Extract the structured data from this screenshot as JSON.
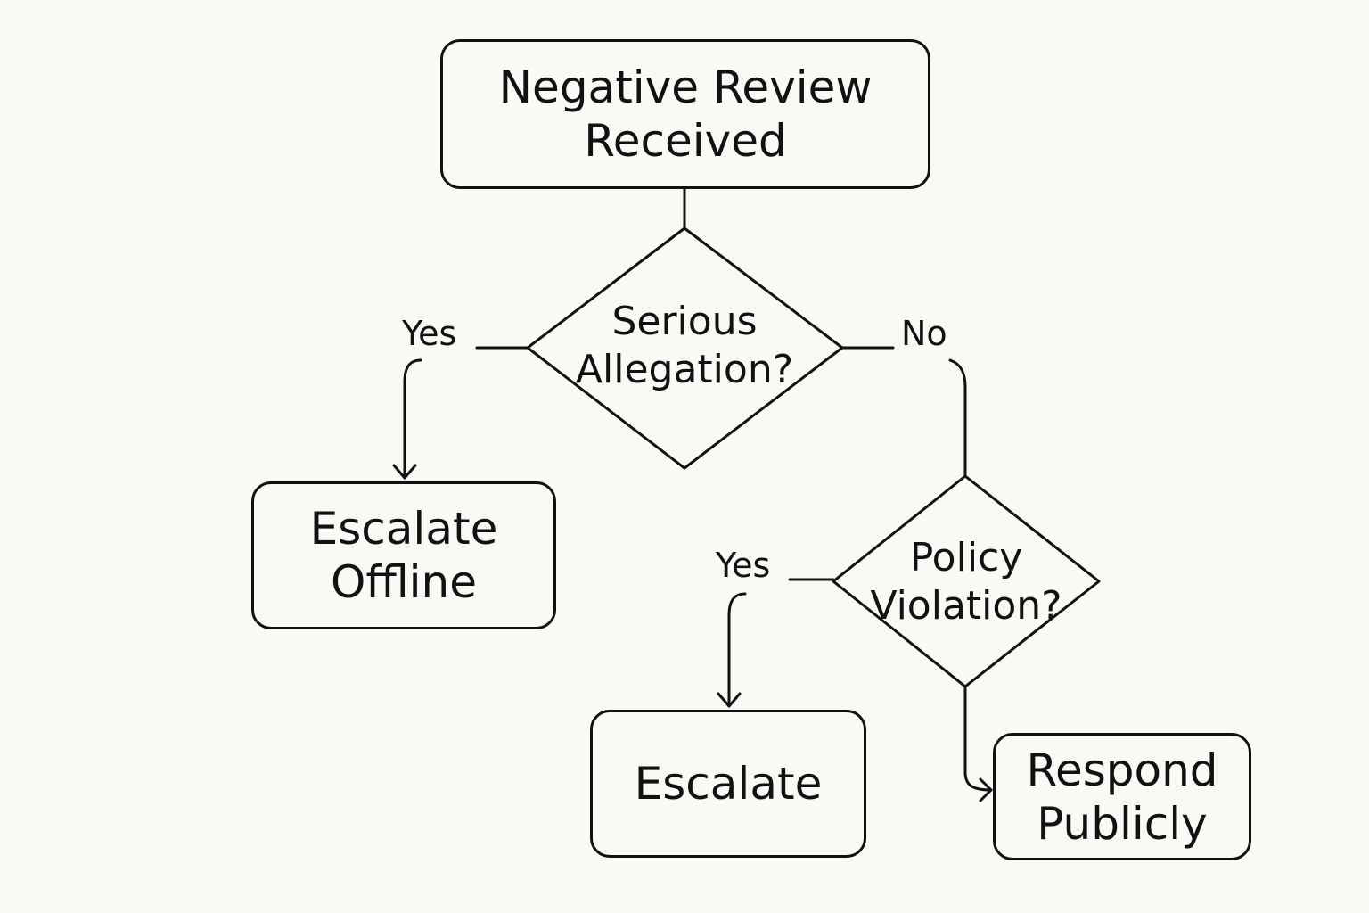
{
  "nodes": {
    "start": {
      "lines": [
        "Negative Review",
        "Received"
      ]
    },
    "serious": {
      "lines": [
        "Serious",
        "Allegation?"
      ]
    },
    "escalate_offline": {
      "lines": [
        "Escalate",
        "Offline"
      ]
    },
    "policy": {
      "lines": [
        "Policy",
        "Violation?"
      ]
    },
    "escalate": {
      "lines": [
        "Escalate"
      ]
    },
    "respond": {
      "lines": [
        "Respond",
        "Publicly"
      ]
    }
  },
  "edges": {
    "serious_yes": "Yes",
    "serious_no": "No",
    "policy_yes": "Yes"
  },
  "colors": {
    "background": "#fbf9f5",
    "stroke": "#111111"
  }
}
